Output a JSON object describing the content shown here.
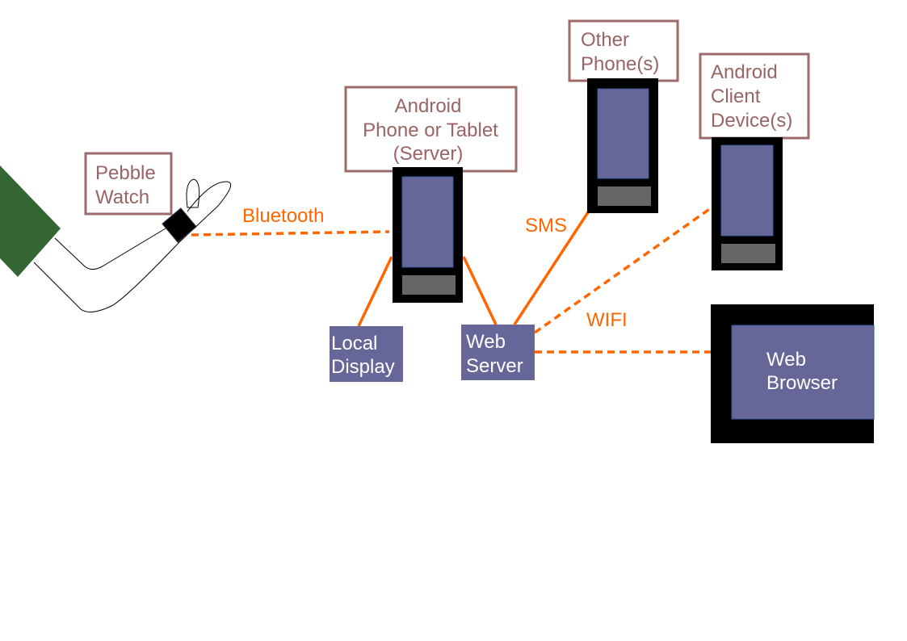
{
  "labels": {
    "pebble": [
      "Pebble",
      "Watch"
    ],
    "server": [
      "Android",
      "Phone or Tablet",
      "(Server)"
    ],
    "other_phones": [
      "Other",
      "Phone(s)"
    ],
    "client": [
      "Android",
      "Client",
      "Device(s)"
    ],
    "local_display": [
      "Local",
      "Display"
    ],
    "web_server": [
      "Web",
      "Server"
    ],
    "web_browser": [
      "Web",
      "Browser"
    ]
  },
  "connections": {
    "bluetooth": "Bluetooth",
    "sms": "SMS",
    "wifi": "WIFI"
  },
  "colors": {
    "link": "#ff6600",
    "label_border": "#9e6b6b",
    "label_text": "#9a6464",
    "screen": "#666699",
    "device": "#000000",
    "arm": "#336633"
  }
}
